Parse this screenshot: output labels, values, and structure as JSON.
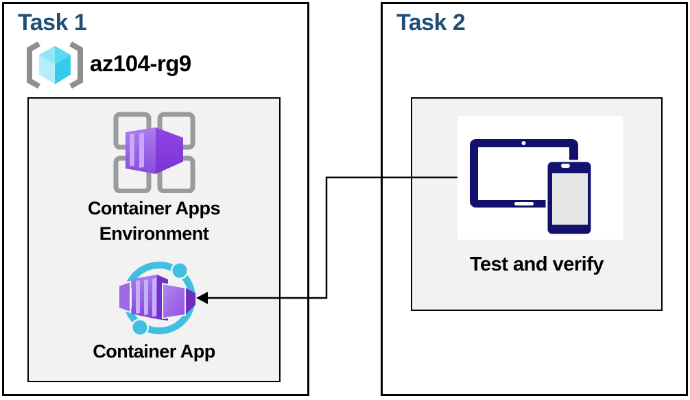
{
  "task1": {
    "title": "Task 1",
    "resource_group_name": "az104-rg9",
    "environment_label_line1": "Container Apps",
    "environment_label_line2": "Environment",
    "container_app_label": "Container App"
  },
  "task2": {
    "title": "Task 2",
    "test_label": "Test and verify"
  },
  "connector": {
    "from": "test-and-verify",
    "to": "container-app",
    "style": "elbow-arrow"
  },
  "icons": {
    "resource_group": "resource-group-icon",
    "container_apps_environment": "container-apps-environment-icon",
    "container_app": "container-app-icon",
    "devices": "devices-icon"
  },
  "colors": {
    "title_navy": "#1F4E79",
    "panel_gray": "#F2F2F2",
    "border_black": "#000000",
    "device_navy": "#12126E",
    "ring_cyan": "#3FC0E1",
    "container_purple": "#8347D6",
    "frame_gray": "#9B9B9B",
    "cube_cyan": "#5ADAF2",
    "bracket_gray": "#8F8F8F"
  }
}
